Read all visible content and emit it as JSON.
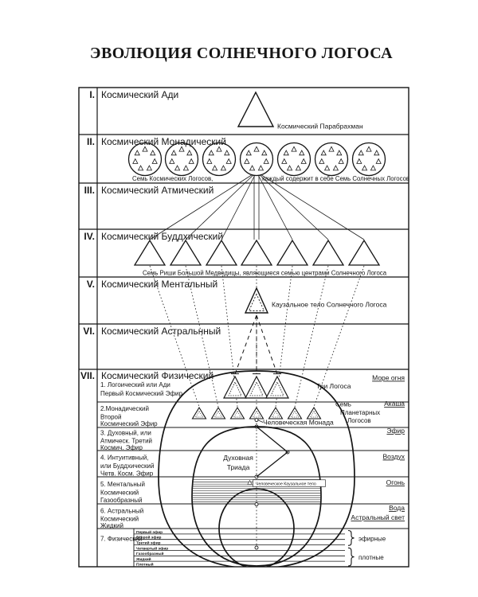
{
  "title": "ЭВОЛЮЦИЯ СОЛНЕЧНОГО ЛОГОСА",
  "rows": [
    {
      "numeral": "I.",
      "label": "Космический Ади"
    },
    {
      "numeral": "II.",
      "label": "Космический Монадический"
    },
    {
      "numeral": "III.",
      "label": "Космический Атмический"
    },
    {
      "numeral": "IV.",
      "label": "Космический Буддхический"
    },
    {
      "numeral": "V.",
      "label": "Космический Ментальный"
    },
    {
      "numeral": "VI.",
      "label": "Космический Астральнный"
    },
    {
      "numeral": "VII.",
      "label": "Космический Физический"
    }
  ],
  "annotations": {
    "parabrahman": "Космический Парабрахман",
    "seven_cosmic_logoi": "Семь Космических Логосов,",
    "each_contains": "каждый содержит в себе Семь Солнечных Логосов",
    "seven_rishis": "Семь Риши Большой Медведицы, являющиеся семью центрами Солнечного Логоса",
    "solar_causal_body": "Каузальное тело Солнечного Логоса",
    "three_logoi": "Три Логоса",
    "human_monad": "Человеческая Монада",
    "planetary_1": "Семь",
    "planetary_2": "Планетарных",
    "planetary_3": "Логосов",
    "triad_1": "Духовная",
    "triad_2": "Триада",
    "human_causal_body": "Человеческое Каузальное тело"
  },
  "subrows": [
    {
      "lines": [
        "1. Логоический или Ади",
        "Первый Космический Эфир"
      ]
    },
    {
      "lines": [
        "2.Монадический",
        "Второй",
        "Космический Эфир"
      ]
    },
    {
      "lines": [
        "3. Духовный, или",
        "Атмическ. Третий",
        "Космич. Эфир"
      ]
    },
    {
      "lines": [
        "4. Интуитивный,",
        "или Буддхический",
        "Четв. Косм. Эфир"
      ]
    },
    {
      "lines": [
        "5. Ментальный",
        "Космический",
        "Газообразный"
      ]
    },
    {
      "lines": [
        "6. Астральный",
        "Космический",
        "Жидкий"
      ]
    },
    {
      "lines": [
        "7. Физический"
      ]
    }
  ],
  "right_labels": {
    "fire_sea": "Море огня",
    "akasha": "Акаша",
    "ether": "Эфир",
    "air": "Воздух",
    "fire": "Огонь",
    "water": "Вода",
    "astral_light": "Астральный свет"
  },
  "physical_layers": [
    "Первый эфир",
    "Второй эфир",
    "Третий эфир",
    "Четвертый эфир",
    "Газообразный",
    "Жидкий",
    "Плотный"
  ],
  "braces": {
    "etheric": "эфирные",
    "dense": "плотные"
  }
}
